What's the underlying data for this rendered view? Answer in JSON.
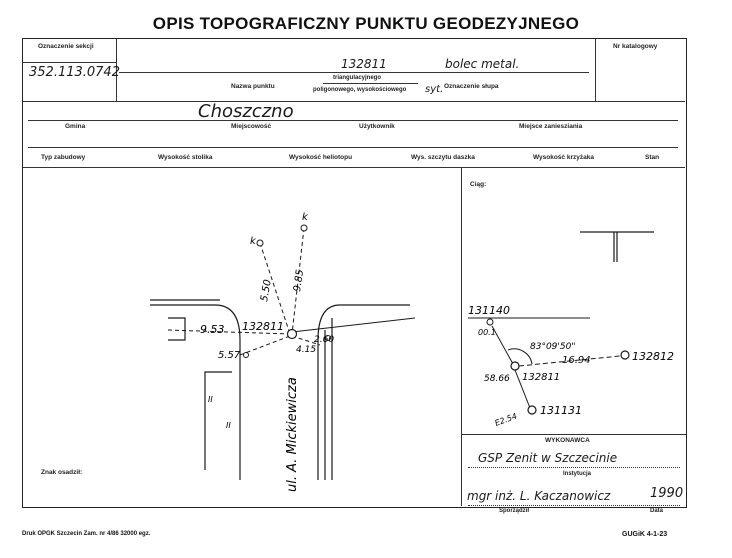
{
  "title": "OPIS TOPOGRAFICZNY PUNKTU GEODEZYJNEGO",
  "header": {
    "sheet_label": "Oznaczenie sekcji",
    "sheet_value": "352.113.0742",
    "catalog_label": "Nr katalogowy",
    "point_number": "132811",
    "mark_type": "bolec metal.",
    "point_name_label": "Nazwa punktu",
    "class_line1": "triangulacyjnego",
    "class_line2": "poligonowego, wysokościowego",
    "class_value": "syt.",
    "mark_label": "Oznaczenie słupa"
  },
  "location": {
    "locality_value": "Choszczno",
    "labels": [
      "Gmina",
      "Miejscowość",
      "Użytkownik",
      "Miejsce zaniesziania"
    ]
  },
  "heights": {
    "labels": [
      "Typ zabudowy",
      "Wysokość stolika",
      "Wysokość heliotopu",
      "Wys. szczytu daszka",
      "Wysokość krzyżaka",
      "Stan"
    ]
  },
  "sketch": {
    "street_name": "ul. A. Mickiewicza",
    "point_label": "132811",
    "k_label": "k",
    "dist_953": "9.53",
    "dist_557": "5.57",
    "dist_550": "5.50",
    "dist_985": "9.85",
    "dist_415": "4.15",
    "dist_260": "2.60",
    "wall_mark": "II",
    "zero_mark": "0",
    "footer_label": "Znak osadził:"
  },
  "traverse": {
    "label": "Ciąg:",
    "pt_north": "131140",
    "pt_center": "132811",
    "pt_east": "132812",
    "pt_south": "131131",
    "angle": "83°09'50\"",
    "dist_east": "16.94",
    "dist_south": "58.66",
    "dist_top": "00.1",
    "dist_bottom": "E2.54"
  },
  "execution": {
    "heading": "WYKONAWCA",
    "institution_value": "GSP Zenit w Szczecinie",
    "institution_label": "Instytucja",
    "author_value": "mgr inż. L. Kaczanowicz",
    "year_value": "1990",
    "author_label": "Sporządził",
    "date_label": "Data"
  },
  "footer": {
    "print_info": "Druk OPGK Szczecin Zam. nr 4/86  32000 egz.",
    "form_code": "GUGiK 4-1-23"
  }
}
